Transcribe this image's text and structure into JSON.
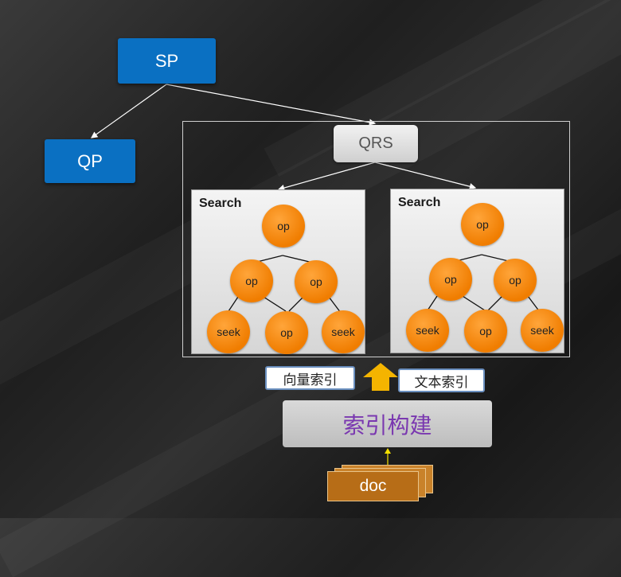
{
  "diagram": {
    "sp_label": "SP",
    "qp_label": "QP",
    "qrs_label": "QRS",
    "search_panels": [
      {
        "title": "Search",
        "nodes": [
          "op",
          "op",
          "op",
          "seek",
          "op",
          "seek"
        ]
      },
      {
        "title": "Search",
        "nodes": [
          "op",
          "op",
          "op",
          "seek",
          "op",
          "seek"
        ]
      }
    ],
    "vector_index_label": "向量索引",
    "text_index_label": "文本索引",
    "index_build_label": "索引构建",
    "doc_label": "doc",
    "colors": {
      "blue_box": "#0a70c2",
      "node_orange": "#f07d00",
      "arrow_yellow": "#f4b400",
      "build_text": "#7a38b0"
    }
  }
}
